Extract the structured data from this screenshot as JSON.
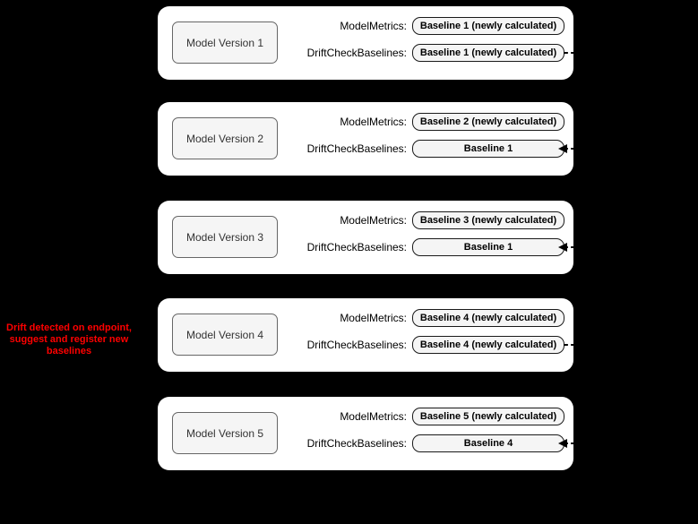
{
  "annotation": {
    "line1": "Drift detected on endpoint,",
    "line2": "suggest and register new",
    "line3": "baselines"
  },
  "labels": {
    "model_metrics": "ModelMetrics:",
    "drift_check": "DriftCheckBaselines:"
  },
  "cards": [
    {
      "version": "Model Version 1",
      "model_metrics": "Baseline 1 (newly calculated)",
      "drift_check": "Baseline 1 (newly calculated)",
      "connector": "dashed-out"
    },
    {
      "version": "Model Version 2",
      "model_metrics": "Baseline 2 (newly calculated)",
      "drift_check": "Baseline 1",
      "connector": "arrow-in"
    },
    {
      "version": "Model Version 3",
      "model_metrics": "Baseline 3 (newly calculated)",
      "drift_check": "Baseline 1",
      "connector": "arrow-in"
    },
    {
      "version": "Model Version 4",
      "model_metrics": "Baseline 4 (newly calculated)",
      "drift_check": "Baseline 4 (newly calculated)",
      "connector": "dashed-out"
    },
    {
      "version": "Model Version 5",
      "model_metrics": "Baseline 5 (newly calculated)",
      "drift_check": "Baseline 4",
      "connector": "arrow-in"
    }
  ],
  "colors": {
    "background": "#000000",
    "card_background": "#ffffff",
    "box_background": "#f5f5f5",
    "box_border": "#666666",
    "value_border": "#1a1a1a",
    "annotation_text": "#ff0000",
    "connector": "#000000"
  }
}
